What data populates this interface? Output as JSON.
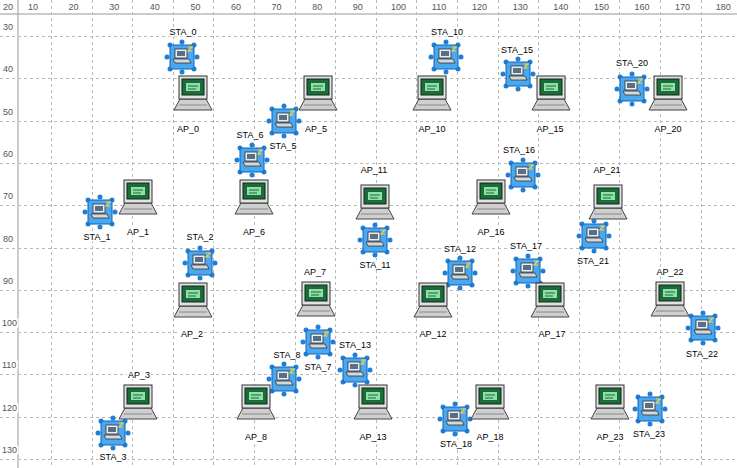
{
  "diagram": {
    "labels": [
      "20",
      "10",
      "20",
      "30",
      "40",
      "50",
      "60",
      "70",
      "80",
      "90",
      "100",
      "110",
      "120",
      "130",
      "140",
      "150",
      "160",
      "170",
      "180",
      "30",
      "40",
      "50",
      "60",
      "70",
      "80",
      "90",
      "100",
      "110",
      "120",
      "130",
      "STA_0",
      "STA_10",
      "STA_15",
      "STA_20",
      "AP_0",
      "AP_5",
      "AP_10",
      "AP_15",
      "AP_20",
      "STA_5",
      "STA_6",
      "STA_16",
      "AP_11",
      "AP_21",
      "STA_1",
      "AP_1",
      "AP_6",
      "STA_11",
      "AP_16",
      "STA_21",
      "STA_2",
      "STA_12",
      "STA_17",
      "AP_7",
      "AP_22",
      "AP_2",
      "AP_12",
      "AP_17",
      "STA_7",
      "STA_22",
      "STA_13",
      "STA_8",
      "AP_3",
      "AP_8",
      "AP_13",
      "STA_18",
      "AP_18",
      "AP_23",
      "STA_23",
      "STA_3"
    ]
  }
}
